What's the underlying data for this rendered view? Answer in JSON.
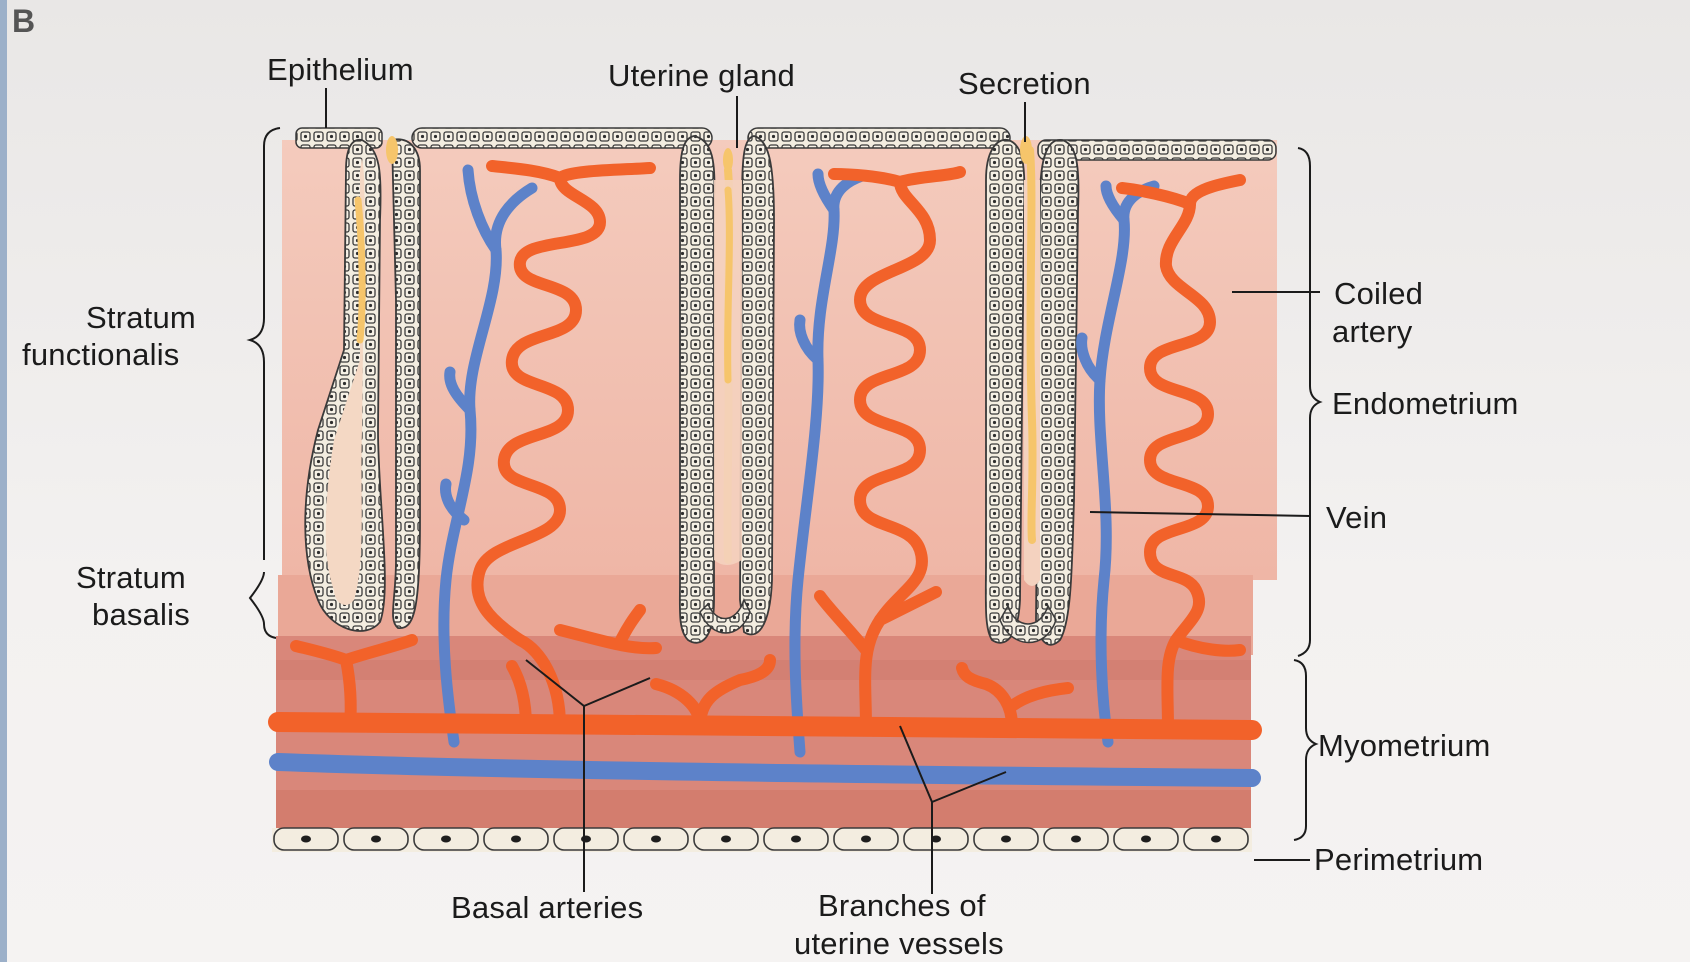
{
  "figure": {
    "panel_letter": "B"
  },
  "labels": {
    "epithelium": "Epithelium",
    "uterine_gland": "Uterine gland",
    "secretion": "Secretion",
    "stratum_functionalis_1": "Stratum",
    "stratum_functionalis_2": "functionalis",
    "stratum_basalis_1": "Stratum",
    "stratum_basalis_2": "basalis",
    "coiled_artery_1": "Coiled",
    "coiled_artery_2": "artery",
    "endometrium": "Endometrium",
    "vein": "Vein",
    "myometrium": "Myometrium",
    "perimetrium": "Perimetrium",
    "basal_arteries": "Basal arteries",
    "branches_1": "Branches of",
    "branches_2": "uterine vessels"
  },
  "colors": {
    "functionalis": "#f1c0b2",
    "basalis": "#e7a08f",
    "myometrium": "#d98474",
    "artery": "#f2622a",
    "vein": "#5d82c9",
    "secretion": "#f6c56b",
    "epithelium_fill": "#f3ede0",
    "cell_edge": "#3a3a3a"
  }
}
